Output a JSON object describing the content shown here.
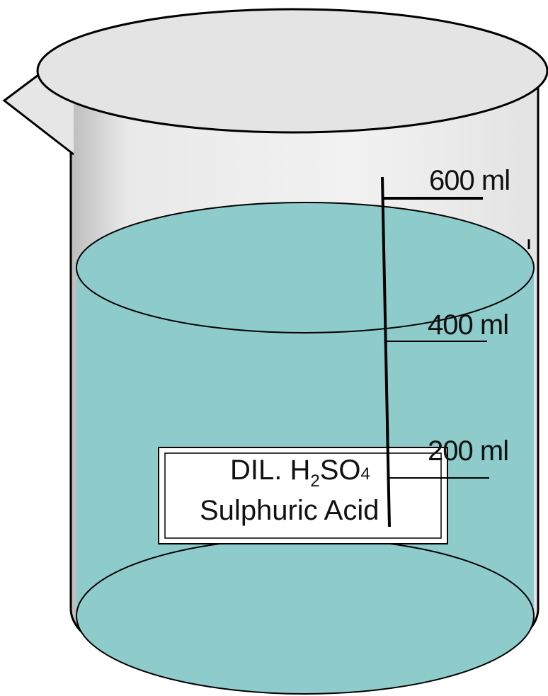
{
  "graduations": [
    {
      "value": "600",
      "unit": "ml"
    },
    {
      "value": "400",
      "unit": "ml"
    },
    {
      "value": "200",
      "unit": "ml"
    }
  ],
  "label": {
    "line1_prefix": "DIL. H",
    "line1_sub1": "2",
    "line1_mid": "SO",
    "line1_sub2": "4",
    "line2": "Sulphuric Acid"
  },
  "colors": {
    "liquid": "#8ecccc",
    "glass": "#e8e8e8",
    "rim": "#e4e4e4",
    "outline": "#000000"
  }
}
